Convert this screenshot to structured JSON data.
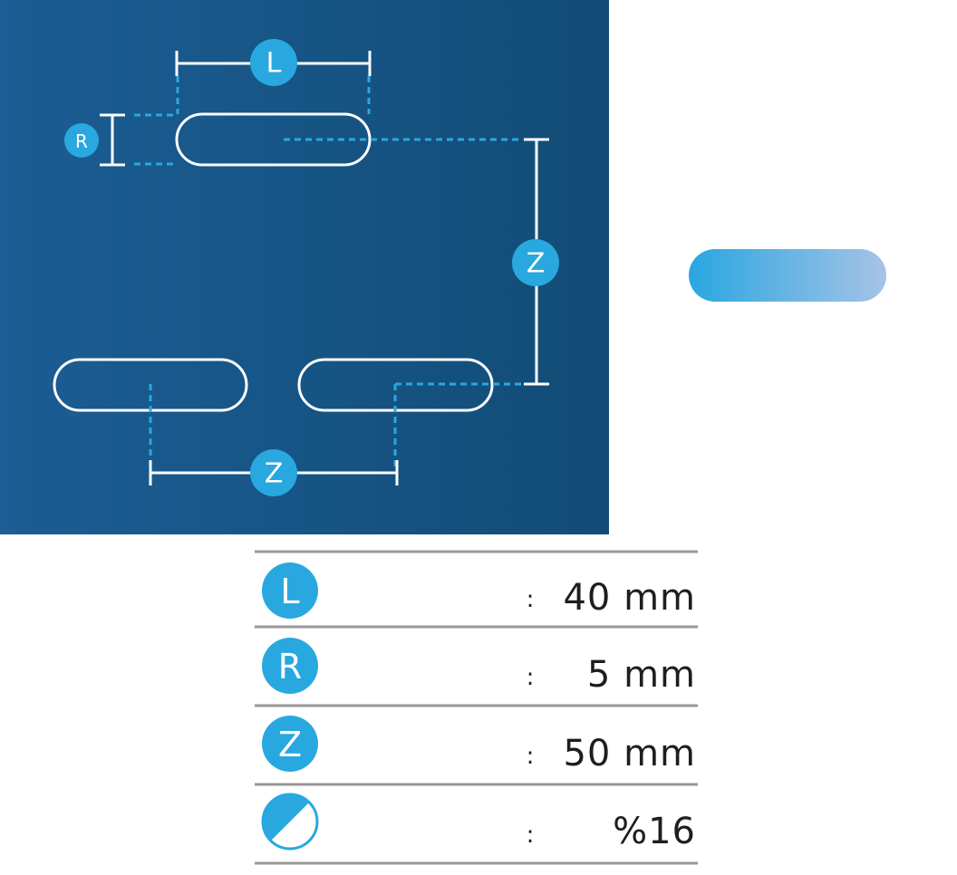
{
  "diagram": {
    "labels": {
      "L": "L",
      "R": "R",
      "Z": "Z"
    }
  },
  "spec_table": {
    "separator": ":",
    "rows": [
      {
        "symbol": "L",
        "value": "40 mm"
      },
      {
        "symbol": "R",
        "value": "5 mm"
      },
      {
        "symbol": "Z",
        "value": "50 mm"
      },
      {
        "symbol": "open-area-icon",
        "value": "%16"
      }
    ]
  },
  "colors": {
    "panel_left": "#1b5d94",
    "panel_right": "#124c76",
    "accent": "#29a8e0",
    "outline": "#ffffff",
    "bar_start": "#29a6e1",
    "bar_end": "#a6c3e6"
  }
}
